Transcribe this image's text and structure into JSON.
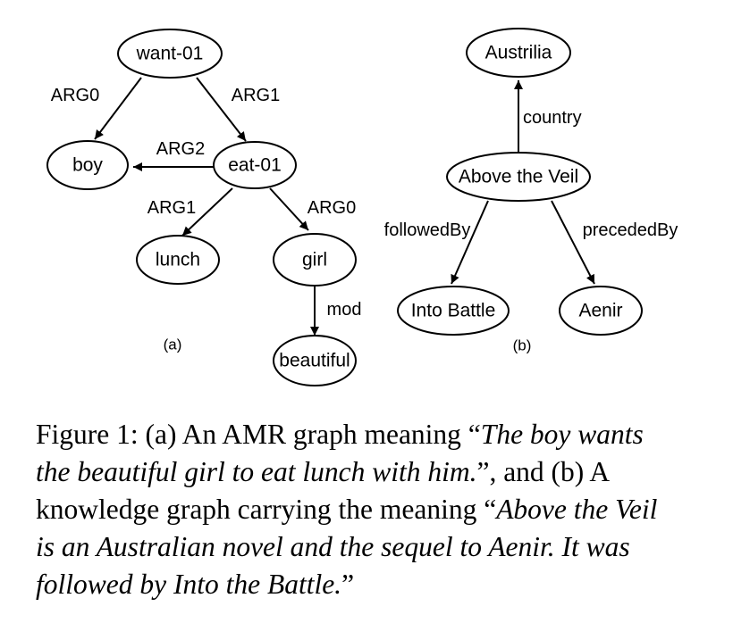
{
  "panel_a": {
    "nodes": {
      "want": "want-01",
      "boy": "boy",
      "eat": "eat-01",
      "lunch": "lunch",
      "girl": "girl",
      "beautiful": "beautiful"
    },
    "edges": {
      "want_boy": "ARG0",
      "want_eat": "ARG1",
      "eat_boy": "ARG2",
      "eat_lunch": "ARG1",
      "eat_girl": "ARG0",
      "girl_beautiful": "mod"
    },
    "label": "(a)"
  },
  "panel_b": {
    "nodes": {
      "austrilia": "Austrilia",
      "veil": "Above the Veil",
      "battle": "Into Battle",
      "aenir": "Aenir"
    },
    "edges": {
      "veil_austrilia": "country",
      "veil_battle": "followedBy",
      "veil_aenir": "precededBy"
    },
    "label": "(b)"
  },
  "caption": {
    "l1_a": "Figure 1: (a) An AMR graph meaning “",
    "l1_b": "The boy wants",
    "l2_a": "the beautiful girl to eat lunch with him.",
    "l2_b": "”, and (b) A",
    "l3_a": "knowledge graph carrying the meaning “",
    "l3_b": "Above the Veil",
    "l4": "is an Australian novel and the sequel to Aenir. It was",
    "l5_a": "followed by Into the Battle.",
    "l5_b": "”"
  }
}
